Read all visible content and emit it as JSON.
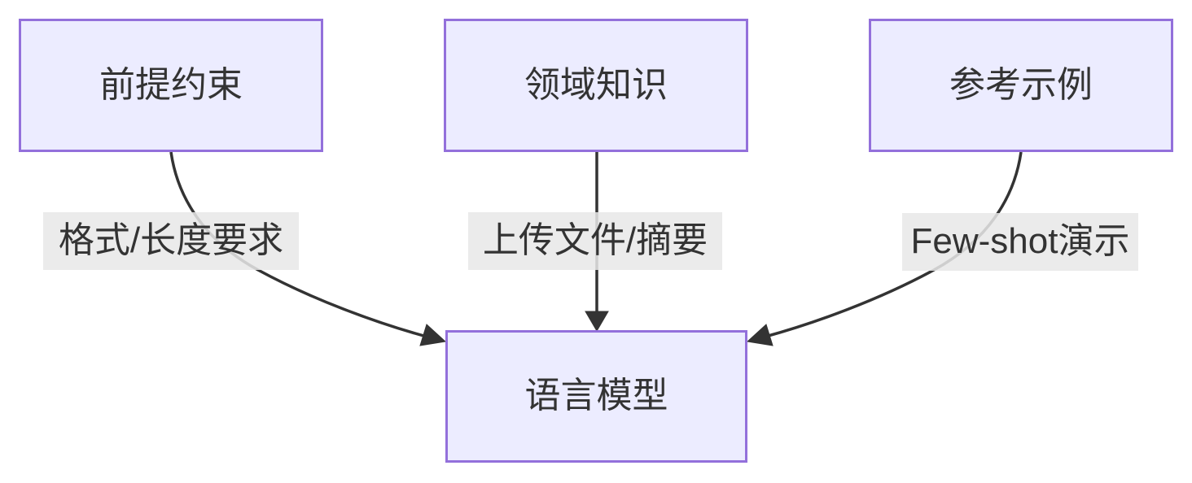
{
  "diagram": {
    "type": "flowchart",
    "direction": "top-to-bottom",
    "nodes": [
      {
        "id": "premise-constraints",
        "label": "前提约束"
      },
      {
        "id": "domain-knowledge",
        "label": "领域知识"
      },
      {
        "id": "reference-examples",
        "label": "参考示例"
      },
      {
        "id": "language-model",
        "label": "语言模型"
      }
    ],
    "edges": [
      {
        "from": "前提约束",
        "to": "语言模型",
        "label": "格式/长度要求"
      },
      {
        "from": "领域知识",
        "to": "语言模型",
        "label": "上传文件/摘要"
      },
      {
        "from": "参考示例",
        "to": "语言模型",
        "label": "Few-shot演示"
      }
    ],
    "colors": {
      "node_fill": "#ECECFF",
      "node_border": "#9370DB",
      "edge": "#333333",
      "edge_label_bg": "#E8E8E8",
      "text": "#333333",
      "background": "#FFFFFF"
    }
  }
}
